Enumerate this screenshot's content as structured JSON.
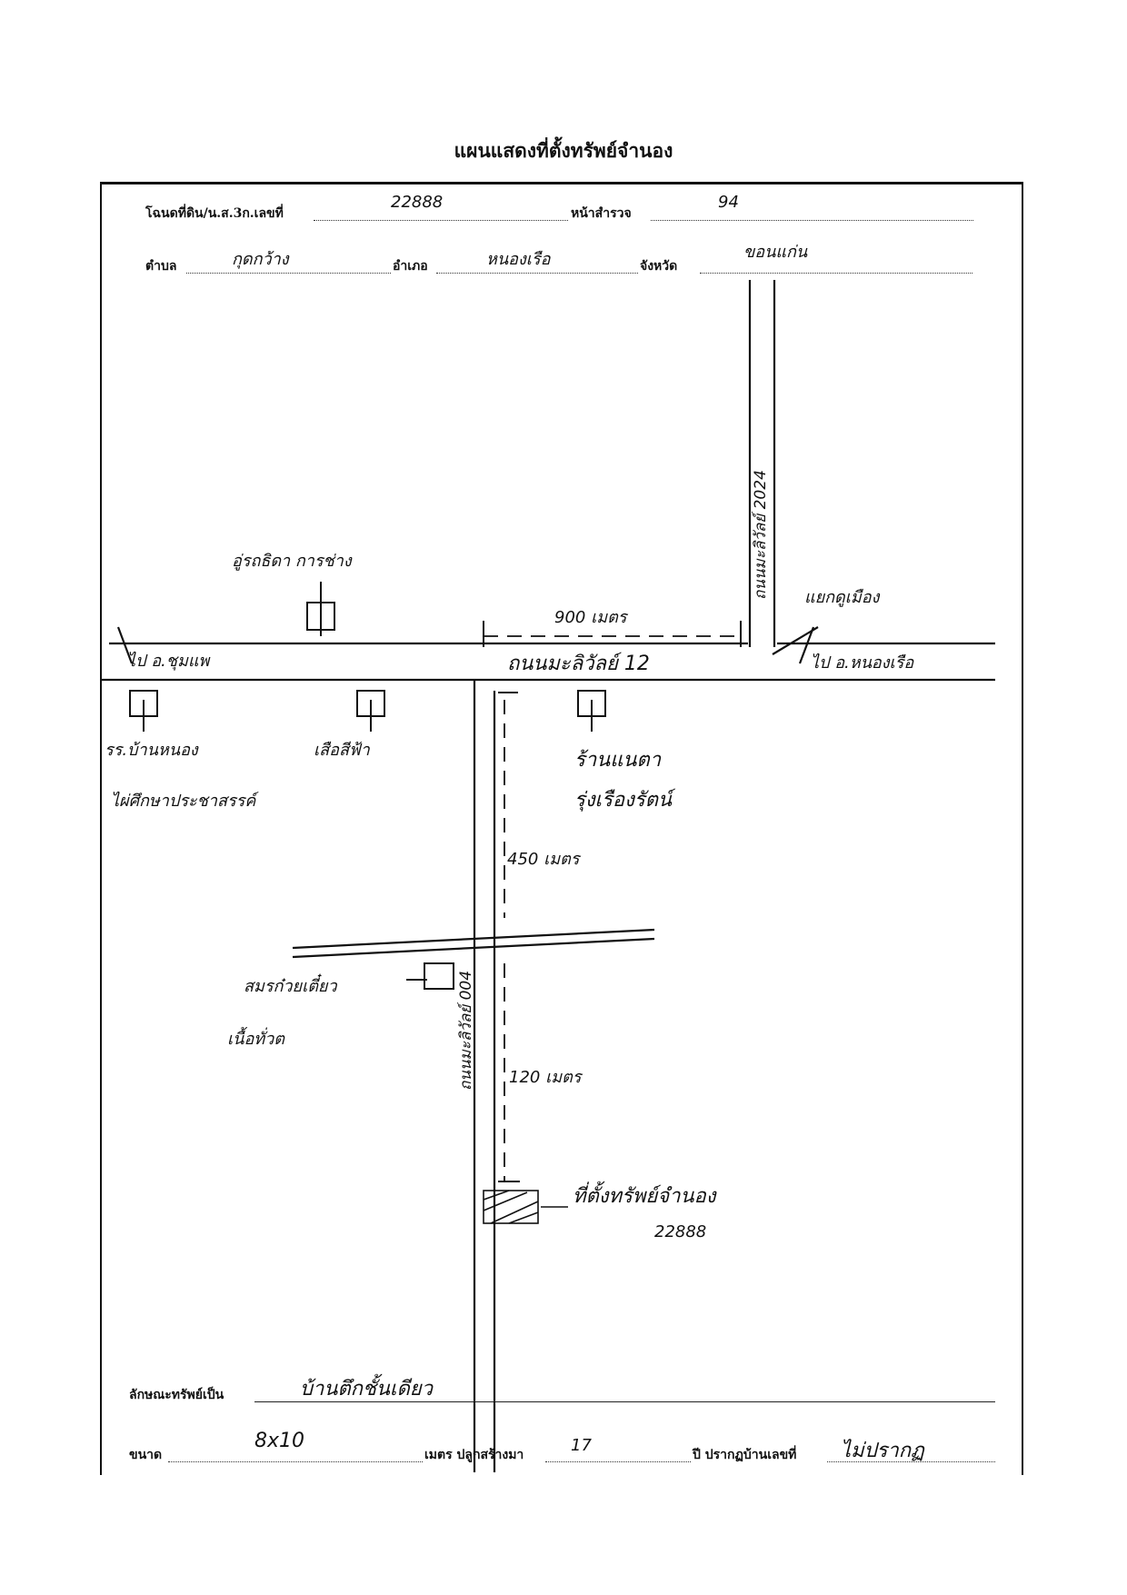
{
  "header": {
    "title": "แผนแสดงที่ตั้งทรัพย์จำนอง"
  },
  "form": {
    "deed_label": "โฉนดที่ดิน/น.ส.3ก.เลขที่",
    "deed_no": "22888",
    "survey_label": "หน้าสำรวจ",
    "survey_no": "94",
    "subdistrict_label": "ตำบล",
    "subdistrict": "กุดกว้าง",
    "district_label": "อำเภอ",
    "district": "หนองเรือ",
    "province_label": "จังหวัด",
    "province": "ขอนแก่น",
    "property_type_label": "ลักษณะทรัพย์เป็น",
    "property_type": "บ้านตึกชั้นเดียว",
    "size_label": "ขนาด",
    "size_value": "8x10",
    "meters_built_label": "เมตร ปลูกสร้างมา",
    "years_built": "17",
    "house_no_label": "ปี ปรากฏบ้านเลขที่",
    "house_no": "ไม่ปรากฏ"
  },
  "map": {
    "road_main": "ถนนมะลิวัลย์ 12",
    "road_north": "ถนนมะลิวัลย์ 2024",
    "road_south": "ถนนมะลิวัลย์ 004",
    "distance_top": "900 เมตร",
    "distance_mid": "450 เมตร",
    "distance_bottom": "120 เมตร",
    "to_west": "ไป อ.ชุมแพ",
    "to_east": "ไป อ.หนองเรือ",
    "junction": "แยกดูเมือง",
    "lm_north": "อู่รถธิดา การช่าง",
    "lm_school": "รร.บ้านหนอง",
    "lm_school2": "ไผ่ศึกษาประชาสรรค์",
    "lm_shop": "เสือสีฟ้า",
    "lm_store": "ร้านแนตา",
    "lm_store2": "รุ่งเรืองรัตน์",
    "lm_food": "สมรก๋วยเตี๋ยว",
    "lm_food2": "เนื้อทั่วต",
    "site_label": "ที่ตั้งทรัพย์จำนอง",
    "site_no": "22888"
  }
}
